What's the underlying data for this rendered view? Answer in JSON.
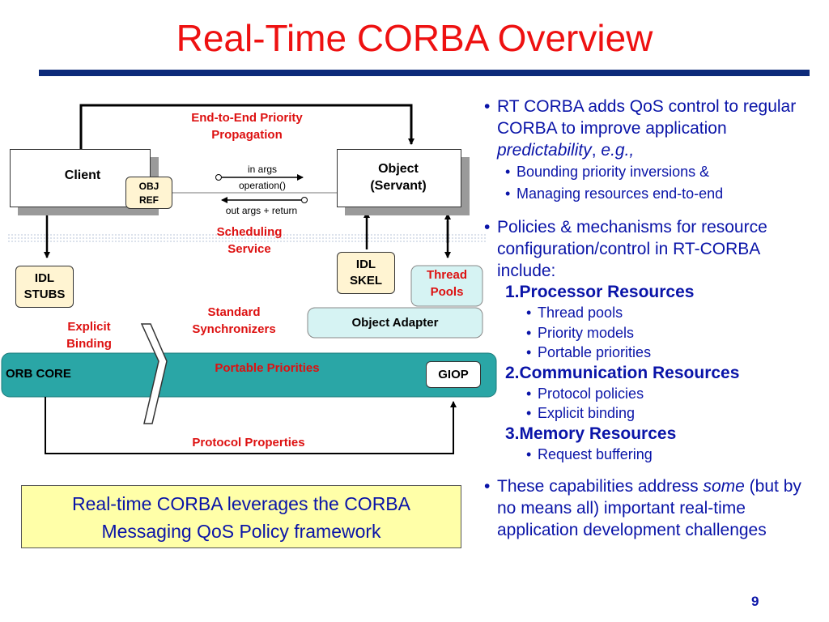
{
  "title": "Real-Time CORBA Overview",
  "diagram": {
    "e2e_priority": [
      "End-to-End Priority",
      "Propagation"
    ],
    "client": "Client",
    "obj_ref": [
      "OBJ",
      "REF"
    ],
    "in_args": "in args",
    "operation": "operation()",
    "out_args": "out args + return",
    "object_servant": [
      "Object",
      "(Servant)"
    ],
    "scheduling_service": [
      "Scheduling",
      "Service"
    ],
    "idl_stubs": [
      "IDL",
      "STUBS"
    ],
    "idl_skel": [
      "IDL",
      "SKEL"
    ],
    "thread_pools": [
      "Thread",
      "Pools"
    ],
    "standard_synchronizers": [
      "Standard",
      "Synchronizers"
    ],
    "explicit_binding": [
      "Explicit",
      "Binding"
    ],
    "object_adapter": "Object Adapter",
    "orb_core": "ORB CORE",
    "portable_priorities": "Portable Priorities",
    "giop": "GIOP",
    "protocol_properties": "Protocol Properties"
  },
  "callout": [
    "Real-time CORBA leverages the CORBA",
    "Messaging QoS Policy framework"
  ],
  "bullets": {
    "b1_pre": "RT CORBA adds QoS control to regular CORBA to improve application ",
    "b1_em": "predictability",
    "b1_post": ", ",
    "b1_eg": "e.g.,",
    "b1_sub": [
      "Bounding priority inversions &",
      "Managing resources end-to-end"
    ],
    "b2": "Policies & mechanisms for resource configuration/control in RT-CORBA include:",
    "sections": [
      {
        "heading": "1.Processor Resources",
        "items": [
          "Thread pools",
          "Priority models",
          "Portable priorities"
        ]
      },
      {
        "heading": "2.Communication Resources",
        "items": [
          "Protocol policies",
          "Explicit binding"
        ]
      },
      {
        "heading": "3.Memory Resources",
        "items": [
          "Request buffering"
        ]
      }
    ],
    "b3_pre": "These capabilities address ",
    "b3_em": "some",
    "b3_post": " (but by no means all) important real-time application development challenges"
  },
  "page_number": "9",
  "colors": {
    "title": "#ee1111",
    "rule": "#0d2a7a",
    "text_blue": "#0a14a8",
    "orb_teal": "#2aa6a6",
    "adapter": "#d6f3f3",
    "stub": "#fff4d2",
    "callout": "#ffffa8"
  }
}
